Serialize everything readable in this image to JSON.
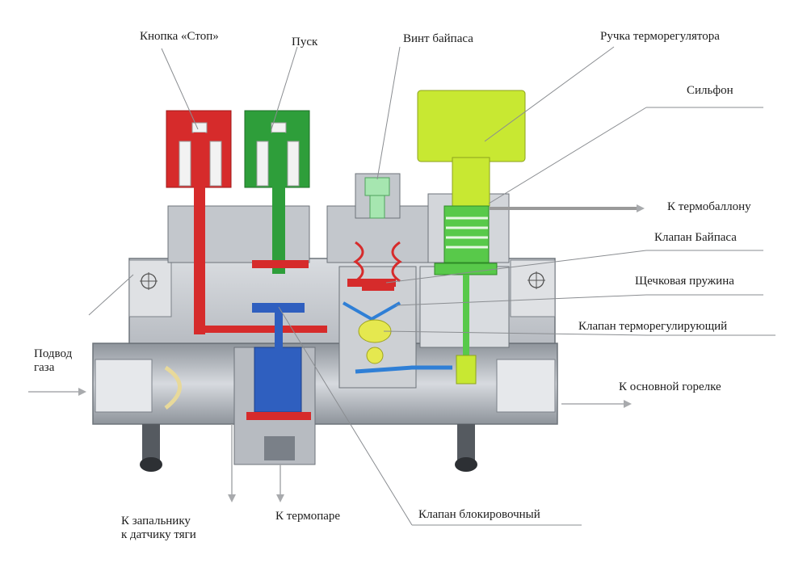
{
  "labels": {
    "stop_button": "Кнопка «Стоп»",
    "start": "Пуск",
    "bypass_screw": "Винт байпаса",
    "thermostat_knob": "Ручка терморегулятора",
    "bellows": "Сильфон",
    "to_thermobulb": "К термобаллону",
    "bypass_valve": "Клапан Байпаса",
    "snap_spring": "Щечковая пружина",
    "thermostat_valve": "Клапан терморегулирующий",
    "gas_inlet": "Подвод\nгаза",
    "to_main_burner": "К основной горелке",
    "to_pilot": "К запальнику\nк датчику тяги",
    "to_thermocouple": "К термопаре",
    "lock_valve": "Клапан блокировочный"
  },
  "colors": {
    "stop_button": "#d62b2b",
    "start_button": "#2e9e3a",
    "thermostat_knob": "#c8e832",
    "bellows": "#58c94a",
    "lock_valve": "#2f5fbf",
    "body": "#c9ccd1",
    "pipe": "#9ea3aa"
  }
}
